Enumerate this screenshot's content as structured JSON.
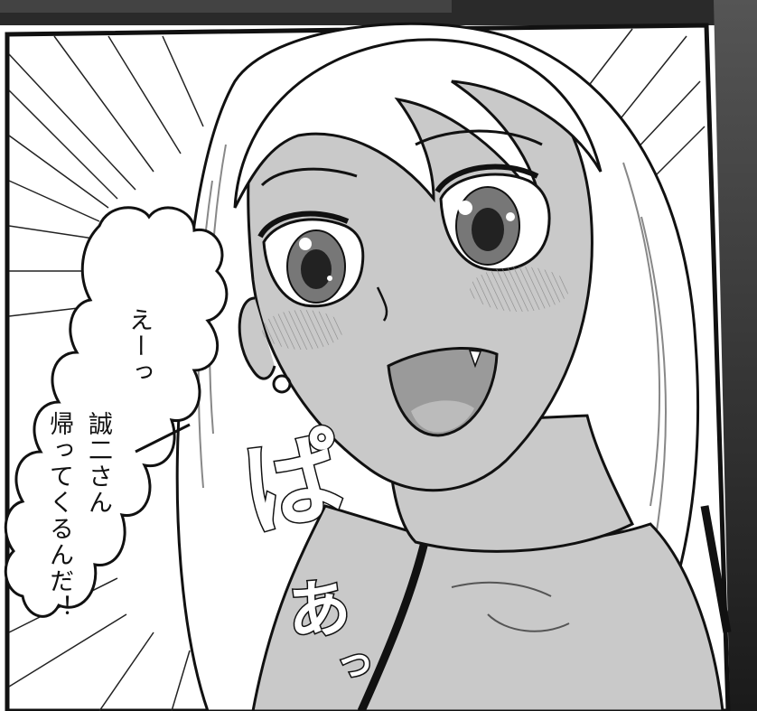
{
  "speech_bubble": {
    "lines": [
      "えーっ",
      "誠二さん",
      "帰ってくるんだ！"
    ]
  },
  "sound_effect": {
    "chars": [
      "ぱ",
      "あ",
      "っ"
    ]
  },
  "colors": {
    "ink": "#111111",
    "skin_tone": "#c9c9c9",
    "hair": "#ffffff",
    "background_right": "#333333",
    "blush": "#b0b0b0"
  }
}
